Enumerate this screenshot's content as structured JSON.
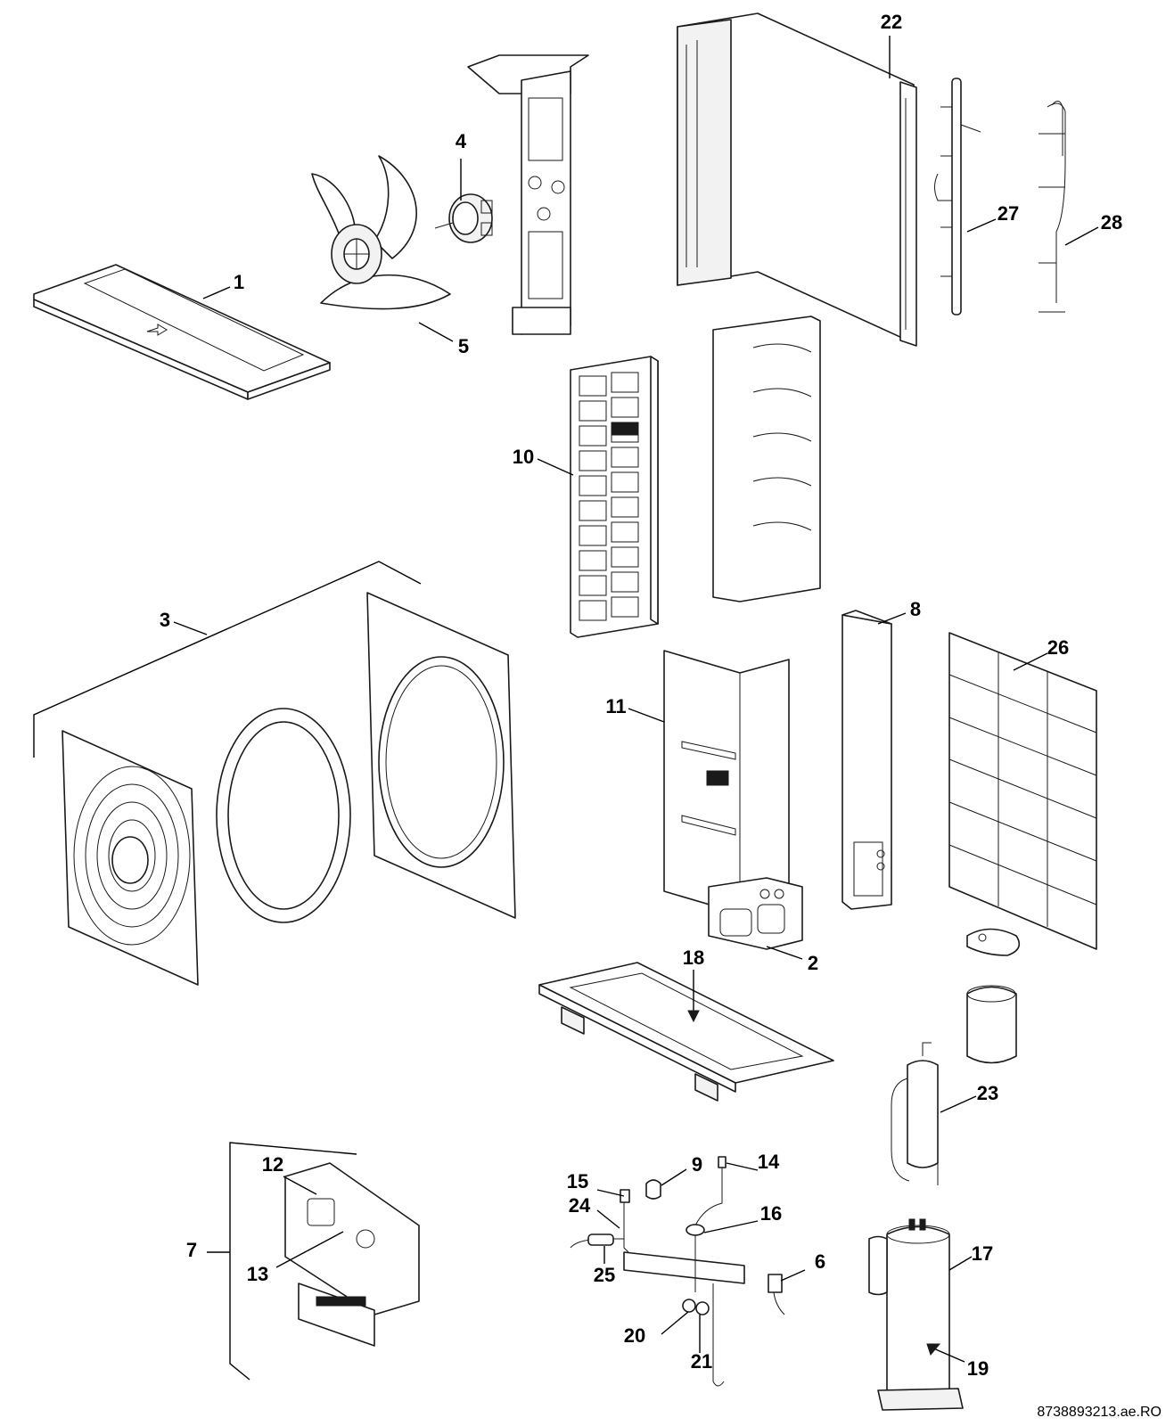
{
  "labels": {
    "p1": "1",
    "p2": "2",
    "p3": "3",
    "p4": "4",
    "p5": "5",
    "p6": "6",
    "p7": "7",
    "p8": "8",
    "p9": "9",
    "p10": "10",
    "p11": "11",
    "p12": "12",
    "p13": "13",
    "p14": "14",
    "p15": "15",
    "p16": "16",
    "p17": "17",
    "p18": "18",
    "p19": "19",
    "p20": "20",
    "p21": "21",
    "p22": "22",
    "p23": "23",
    "p24": "24",
    "p25": "25",
    "p26": "26",
    "p27": "27",
    "p28": "28"
  },
  "reference_code": "8738893213.ae.RO"
}
